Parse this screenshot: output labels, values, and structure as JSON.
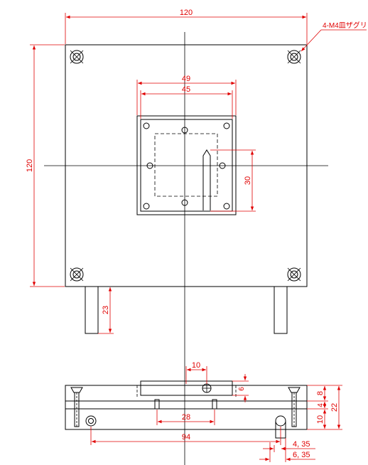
{
  "dimensions": {
    "top_width": "120",
    "left_height": "120",
    "window_outer": "49",
    "window_inner": "45",
    "window_height": "30",
    "leg_length": "23",
    "note": "4-M4皿ザグリ",
    "side_top_width": "10",
    "side_top_offset": "6",
    "side_h1": "8",
    "side_h2": "4",
    "side_h3": "10",
    "side_total": "22",
    "side_inner_width": "28",
    "side_hole_pitch": "94",
    "side_off1": "4, 35",
    "side_off2": "6, 35"
  },
  "colors": {
    "outline": "#000000",
    "dimension": "#e00000"
  }
}
